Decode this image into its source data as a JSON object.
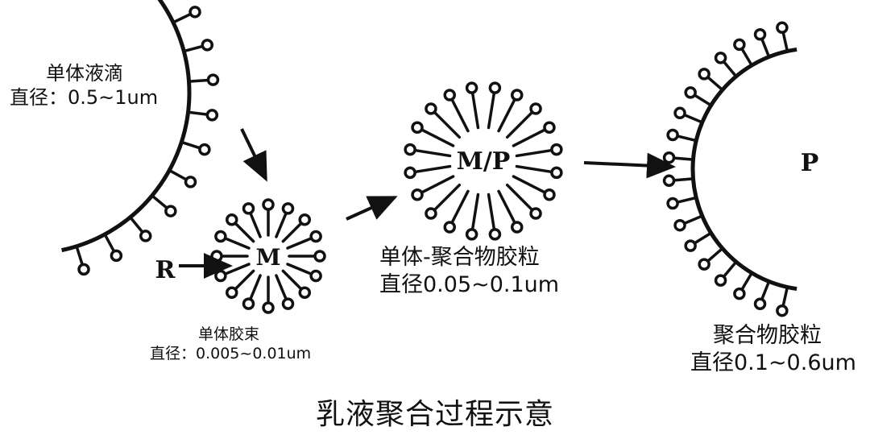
{
  "droplet": {
    "name": "单体液滴",
    "size": "直径：0.5~1um"
  },
  "micelle": {
    "letter": "M",
    "name": "单体胶束",
    "size": "直径：0.005~0.01um"
  },
  "monomer_polymer_particle": {
    "letter": "M/P",
    "name": "单体-聚合物胶粒",
    "size": "直径0.05~0.1um"
  },
  "polymer_particle": {
    "letter": "P",
    "name": "聚合物胶粒",
    "size": "直径0.1~0.6um"
  },
  "radical": {
    "letter": "R"
  },
  "caption": "乳液聚合过程示意",
  "colors": {
    "ink": "#111111",
    "background": "#ffffff"
  }
}
